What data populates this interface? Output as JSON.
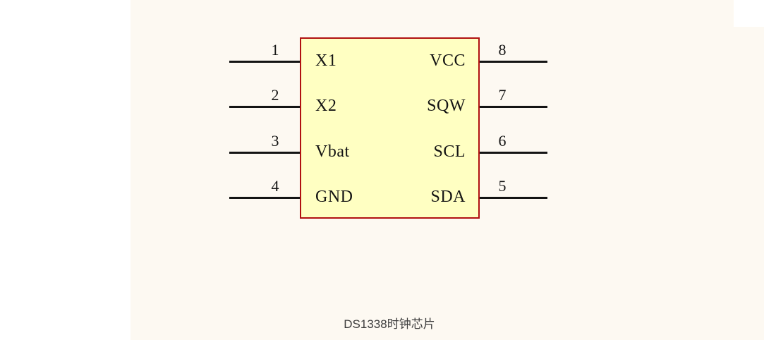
{
  "diagram": {
    "caption": "DS1338时钟芯片",
    "left_pins": [
      {
        "number": "1",
        "label": "X1"
      },
      {
        "number": "2",
        "label": "X2"
      },
      {
        "number": "3",
        "label": "Vbat"
      },
      {
        "number": "4",
        "label": "GND"
      }
    ],
    "right_pins": [
      {
        "number": "8",
        "label": "VCC"
      },
      {
        "number": "7",
        "label": "SQW"
      },
      {
        "number": "6",
        "label": "SCL"
      },
      {
        "number": "5",
        "label": "SDA"
      }
    ],
    "colors": {
      "chip_fill": "#ffffc2",
      "chip_border": "#b01010",
      "line": "#141414",
      "background": "#fdf9f2"
    }
  }
}
